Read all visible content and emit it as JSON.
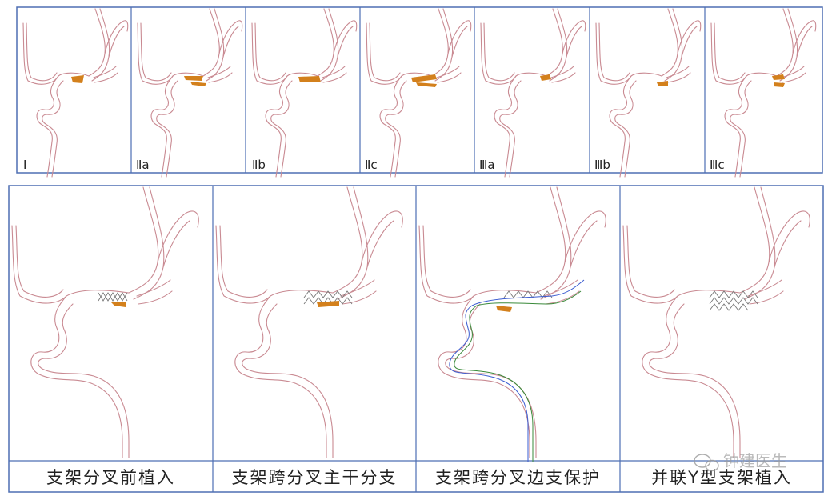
{
  "top_row": {
    "labels": [
      "Ⅰ",
      "Ⅱa",
      "Ⅱb",
      "Ⅱc",
      "Ⅲa",
      "Ⅲb",
      "Ⅲc"
    ]
  },
  "bottom_row": {
    "captions": [
      "支架分叉前植入",
      "支架跨分叉主干分支",
      "支架跨分叉边支保护",
      "并联Y型支架植入"
    ]
  },
  "watermark": {
    "text": "钟建医生"
  },
  "colors": {
    "panel_border": "#4e6fb3",
    "vessel": "#c98a92",
    "plaque": "#d3801c",
    "wire_blue": "#3a5bd0",
    "wire_green": "#3a8a3a"
  }
}
